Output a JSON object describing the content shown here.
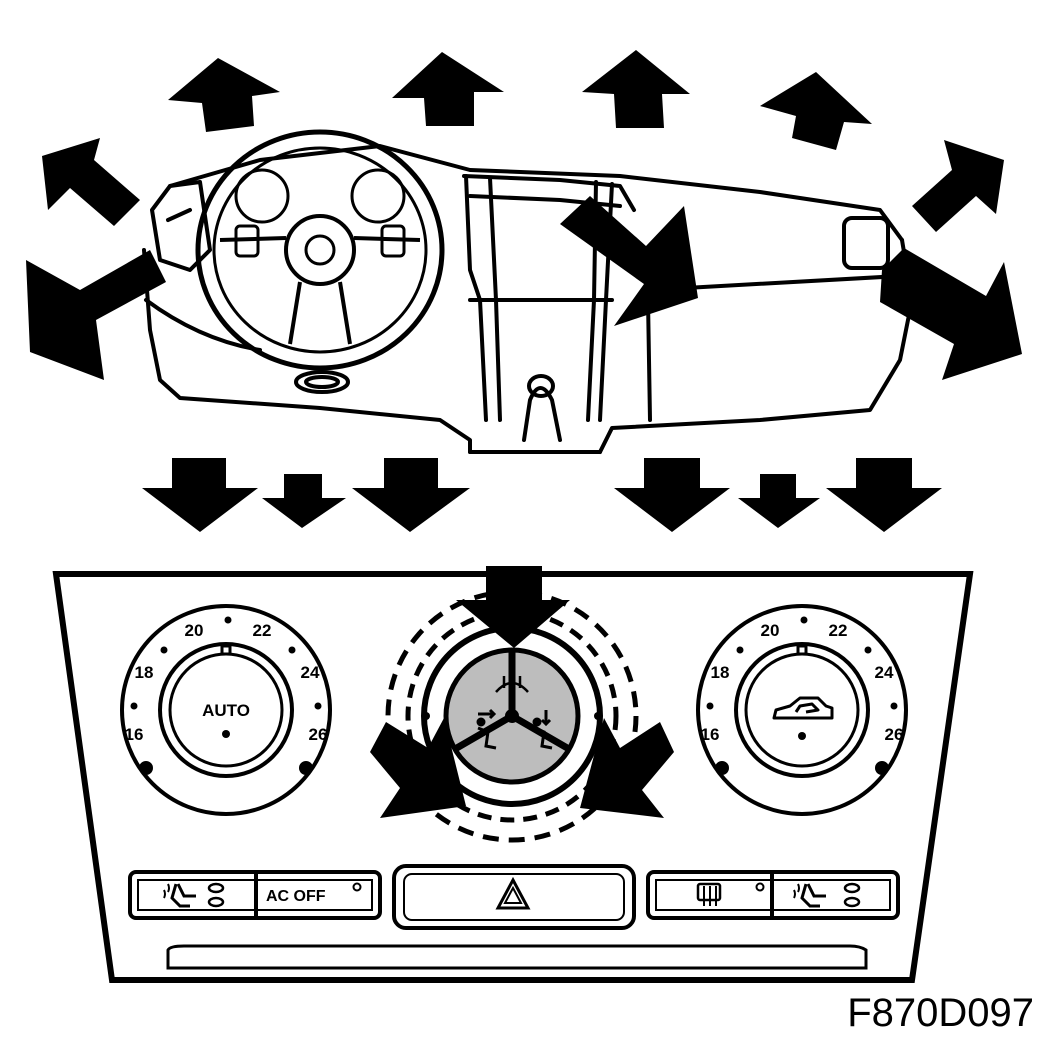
{
  "figure_code": "F870D097",
  "left_dial": {
    "center_label": "AUTO",
    "scale": [
      "16",
      "18",
      "20",
      "22",
      "24",
      "26"
    ]
  },
  "right_dial": {
    "center_icon": "car-recirculation-icon",
    "scale": [
      "16",
      "18",
      "20",
      "22",
      "24",
      "26"
    ]
  },
  "center_dial": {
    "segments": [
      "windshield-defrost-icon",
      "face-vent-icon",
      "foot-vent-icon"
    ]
  },
  "buttons": {
    "ac_off": "AC OFF",
    "left_seat_heater": "seat-heater-icon",
    "hazard": "hazard-triangle-icon",
    "rear_defrost": "rear-defrost-icon",
    "right_seat_heater": "seat-heater-icon"
  },
  "colors": {
    "line": "#000000",
    "selector_fill": "#bdbdbd",
    "background": "#ffffff"
  }
}
